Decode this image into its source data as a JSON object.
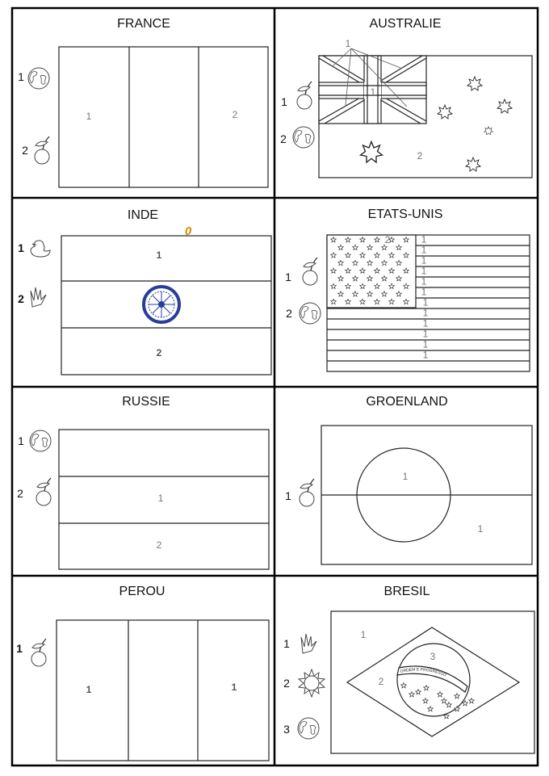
{
  "cells": [
    {
      "title": "FRANCE",
      "legend": [
        {
          "number": "1",
          "icon": "globe-icon"
        },
        {
          "number": "2",
          "icon": "cherry-icon"
        }
      ],
      "labels": [
        "1",
        "2"
      ]
    },
    {
      "title": "AUSTRALIE",
      "legend": [
        {
          "number": "1",
          "icon": "cherry-icon"
        },
        {
          "number": "2",
          "icon": "globe-icon"
        }
      ],
      "labels": [
        "1",
        "1",
        "2"
      ]
    },
    {
      "title": "INDE",
      "legend": [
        {
          "number": "1",
          "icon": "duck-icon"
        },
        {
          "number": "2",
          "icon": "grass-icon"
        }
      ],
      "labels": [
        "1",
        "2"
      ],
      "stray_mark": "0"
    },
    {
      "title": "ETATS-UNIS",
      "legend": [
        {
          "number": "1",
          "icon": "cherry-icon"
        },
        {
          "number": "2",
          "icon": "globe-icon"
        }
      ],
      "labels": [
        "2",
        "1",
        "1",
        "1",
        "1",
        "1",
        "1",
        "1",
        "1",
        "1",
        "1",
        "1",
        "1"
      ]
    },
    {
      "title": "RUSSIE",
      "legend": [
        {
          "number": "1",
          "icon": "globe-icon"
        },
        {
          "number": "2",
          "icon": "cherry-icon"
        }
      ],
      "labels": [
        "1",
        "2"
      ]
    },
    {
      "title": "GROENLAND",
      "legend": [
        {
          "number": "1",
          "icon": "cherry-icon"
        }
      ],
      "labels": [
        "1",
        "1"
      ]
    },
    {
      "title": "PEROU",
      "legend": [
        {
          "number": "1",
          "icon": "cherry-icon"
        }
      ],
      "labels": [
        "1",
        "1"
      ]
    },
    {
      "title": "BRESIL",
      "legend": [
        {
          "number": "1",
          "icon": "grass-icon"
        },
        {
          "number": "2",
          "icon": "sun-icon"
        },
        {
          "number": "3",
          "icon": "globe-icon"
        }
      ],
      "labels": [
        "1",
        "2",
        "3"
      ],
      "motto": "ORDEM E PROGRESSO"
    }
  ],
  "colors": {
    "chakra": "#2a3d9c",
    "stray_mark": "#d98a00"
  }
}
